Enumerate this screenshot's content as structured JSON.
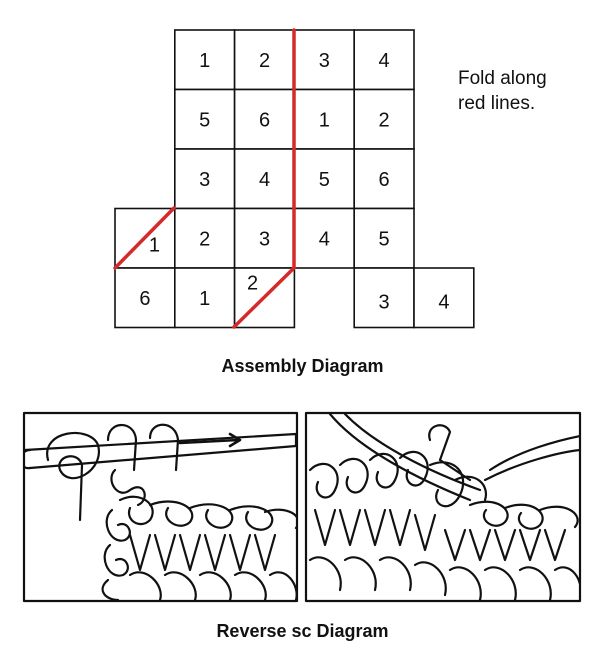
{
  "assembly_grid": {
    "rows": [
      [
        "",
        "1",
        "2",
        "3",
        "4",
        ""
      ],
      [
        "",
        "5",
        "6",
        "1",
        "2",
        ""
      ],
      [
        "",
        "3",
        "4",
        "5",
        "6",
        ""
      ],
      [
        "1",
        "2",
        "3",
        "4",
        "5",
        ""
      ],
      [
        "6",
        "1",
        "2",
        "",
        "3",
        "4"
      ]
    ],
    "fold_line_color": "#d42a2a",
    "grid_line_color": "#111111"
  },
  "fold_note": {
    "line1": "Fold along",
    "line2": "red lines."
  },
  "assembly_caption": "Assembly Diagram",
  "stitch_illustrations": {
    "left": "hook-inserted-reverse-sc-illustration",
    "right": "yarn-over-reverse-sc-illustration"
  },
  "reverse_caption": "Reverse sc Diagram"
}
